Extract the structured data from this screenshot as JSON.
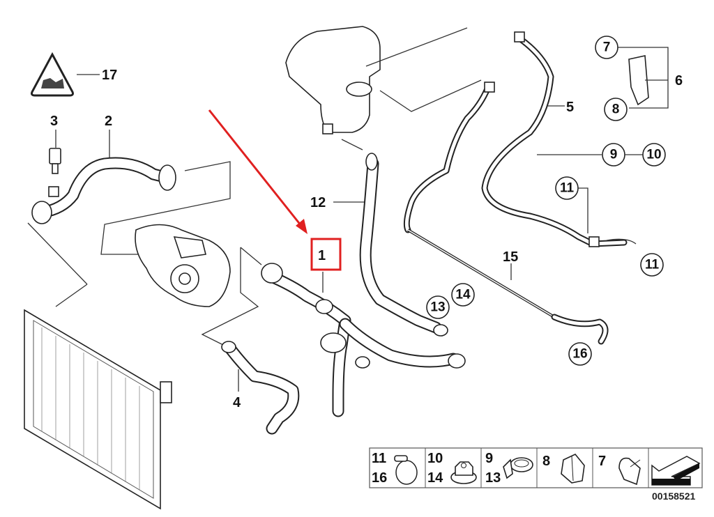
{
  "diagram": {
    "callouts": {
      "p1": "1",
      "p2": "2",
      "p3": "3",
      "p4": "4",
      "p5": "5",
      "p6": "6",
      "p7": "7",
      "p8": "8",
      "p9": "9",
      "p10": "10",
      "p11a": "11",
      "p11b": "11",
      "p12": "12",
      "p13": "13",
      "p14": "14",
      "p15": "15",
      "p16": "16",
      "p17": "17"
    },
    "highlight_color": "#e02020",
    "highlighted_part": "1",
    "legend": [
      {
        "top": "11",
        "bottom": "16",
        "icon": "hose-clamp-icon"
      },
      {
        "top": "10",
        "bottom": "14",
        "icon": "flange-nut-icon"
      },
      {
        "top": "9",
        "bottom": "13",
        "icon": "pipe-clip-icon"
      },
      {
        "top": "8",
        "bottom": "",
        "icon": "hose-holder-icon"
      },
      {
        "top": "7",
        "bottom": "",
        "icon": "clip-icon"
      },
      {
        "top": "",
        "bottom": "",
        "icon": "arrow-reference-icon"
      }
    ],
    "drawing_number": "00158521"
  }
}
